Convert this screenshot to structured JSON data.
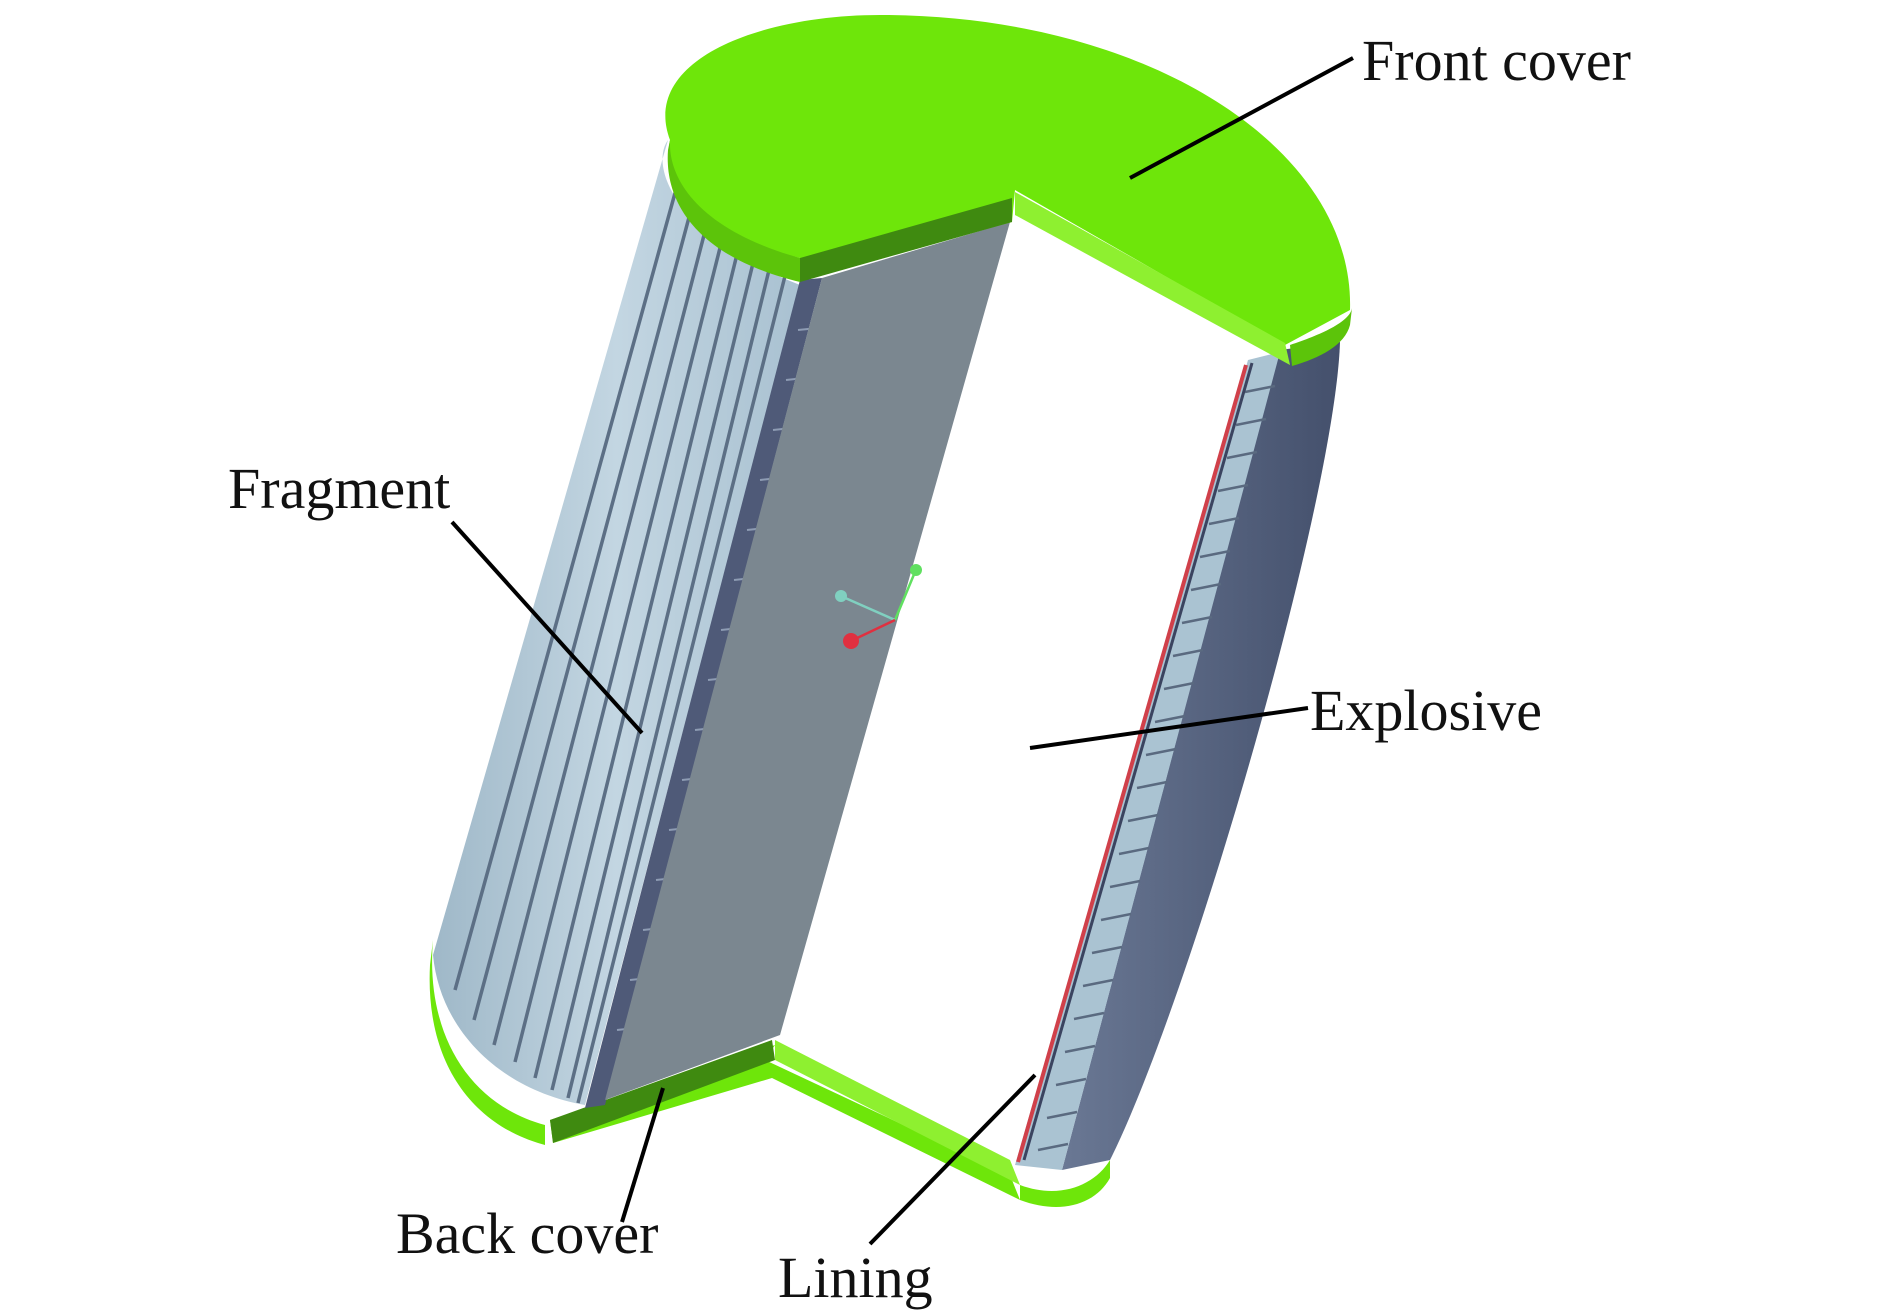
{
  "labels": {
    "front_cover": "Front cover",
    "fragment": "Fragment",
    "explosive": "Explosive",
    "back_cover": "Back cover",
    "lining": "Lining"
  },
  "colors": {
    "cover_green": "#6ee60a",
    "cover_green_dark": "#3f8a10",
    "fragment_blue": "#b8cfdc",
    "fragment_groove": "#5c6f85",
    "fragment_dark": "#4f5a78",
    "explosive_grey": "#7b8790",
    "lining_red": "#d0404a",
    "axis_red": "#e03040",
    "axis_green": "#60e060",
    "axis_teal": "#80d0c0"
  },
  "icons": {
    "axis_triad": "coordinate-axes-icon"
  }
}
